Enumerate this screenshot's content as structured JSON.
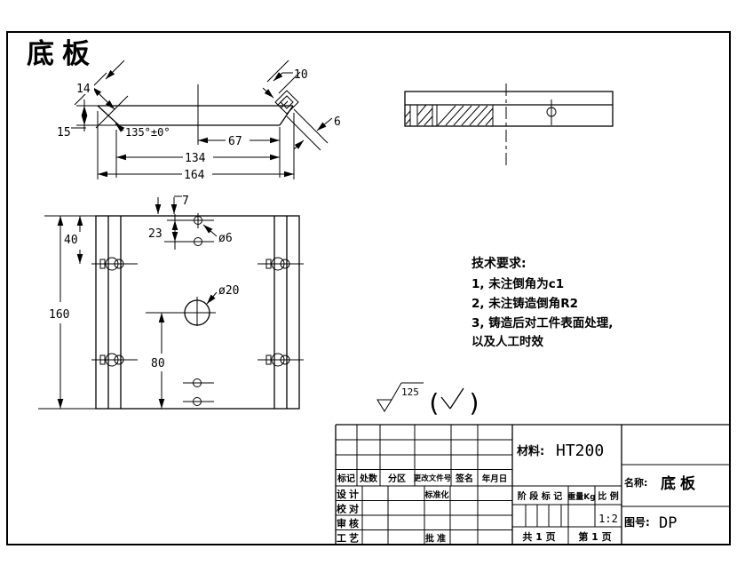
{
  "title": {
    "text": "底板",
    "color": "#ee0000"
  },
  "colors": {
    "line": "#000000",
    "background": "#ffffff"
  },
  "side_view": {
    "dims": {
      "d14": "14",
      "d10": "10",
      "d15": "15",
      "angle": "135°±0°",
      "d67": "67",
      "d134": "134",
      "d164": "164",
      "d6": "6"
    }
  },
  "plan_view": {
    "dims": {
      "d7": "7",
      "d23": "23",
      "dia6": "ø6",
      "d40": "40",
      "d160": "160",
      "dia20": "ø20",
      "d80": "80"
    }
  },
  "tech": {
    "title": "技术要求:",
    "lines": [
      "1, 未注倒角为c1",
      "2, 未注铸造倒角R2",
      "3, 铸造后对工件表面处理,",
      "以及人工时效"
    ]
  },
  "surface": {
    "value": "125",
    "paren_open": "(",
    "paren_close": ")"
  },
  "title_block": {
    "header_row": [
      "标记",
      "处数",
      "分区",
      "更改文件号",
      "签名",
      "年月日"
    ],
    "row_labels": [
      "设计",
      "校对",
      "审核",
      "工艺"
    ],
    "std_label": "标准化",
    "approve_label": "批准",
    "material_label": "材料:",
    "material_value": "HT200",
    "stage_label": "阶 段 标 记",
    "weight_label": "重量Kg",
    "scale_label": "比 例",
    "scale_value": "1:2",
    "pages_total": "共 1 页",
    "page_current": "第 1 页",
    "name_label": "名称:",
    "name_value": "底板",
    "drawing_no_label": "图号:",
    "drawing_no_value": "DP"
  }
}
